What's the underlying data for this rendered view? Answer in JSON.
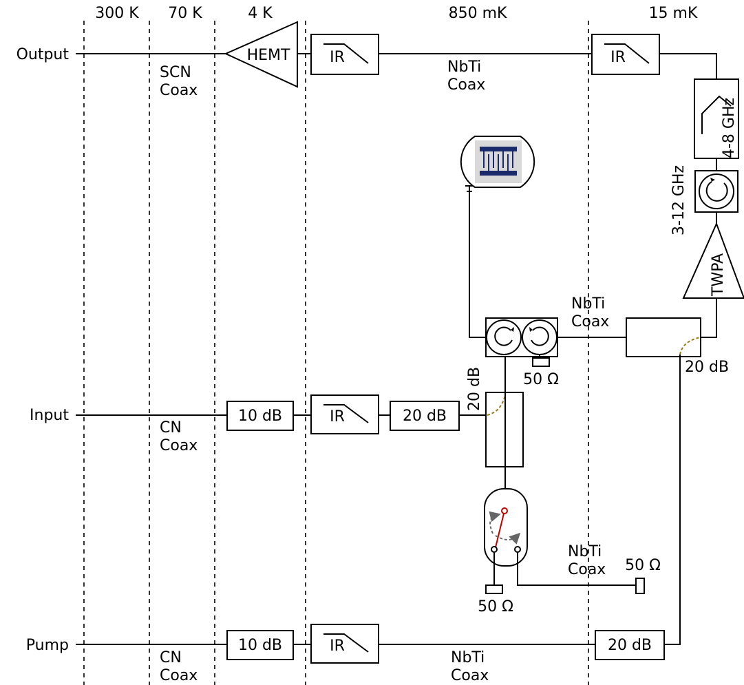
{
  "temperature_stages": [
    "300 K",
    "70 K",
    "4 K",
    "850 mK",
    "15 mK"
  ],
  "ports": {
    "output": "Output",
    "input": "Input",
    "pump": "Pump"
  },
  "cables": {
    "scn_1": "SCN",
    "scn_2": "Coax",
    "cn_in_1": "CN",
    "cn_in_2": "Coax",
    "cn_pump_1": "CN",
    "cn_pump_2": "Coax",
    "nbti_out_1": "NbTi",
    "nbti_out_2": "Coax",
    "nbti_mid_1": "NbTi",
    "nbti_mid_2": "Coax",
    "nbti_sw_1": "NbTi",
    "nbti_sw_2": "Coax",
    "nbti_pump_1": "NbTi",
    "nbti_pump_2": "Coax"
  },
  "components": {
    "hemt": "HEMT",
    "ir": "IR",
    "att_10db": "10 dB",
    "att_20db": "20 dB",
    "coupler_20db": "20 dB",
    "bandpass": "4-8 GHz",
    "circulator_band": "3-12 GHz",
    "twpa": "TWPA",
    "term_50": "50 Ω"
  },
  "colors": {
    "line": "#000000",
    "switch": "#c00000",
    "coupler_arc": "#9a7a10",
    "chip_bg": "#d9d9d9",
    "chip": "#1a2a6c"
  }
}
